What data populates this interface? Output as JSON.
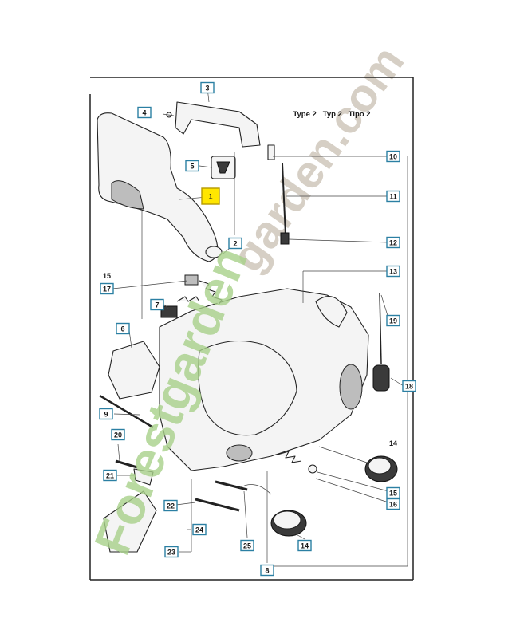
{
  "heading": "Type 2   Typ 2   Tipo 2",
  "watermark": {
    "side_text": "Forestgarden",
    "diag_text": "garden.com",
    "colors": {
      "green": "#a8d18a",
      "orange": "#f3b86a",
      "grey": "#cfc7bb"
    }
  },
  "callouts": [
    {
      "id": "c1",
      "label": "1",
      "highlight": true
    },
    {
      "id": "c2",
      "label": "2"
    },
    {
      "id": "c3",
      "label": "3"
    },
    {
      "id": "c4",
      "label": "4"
    },
    {
      "id": "c5",
      "label": "5"
    },
    {
      "id": "c6",
      "label": "6"
    },
    {
      "id": "c7",
      "label": "7"
    },
    {
      "id": "c8",
      "label": "8"
    },
    {
      "id": "c9",
      "label": "9"
    },
    {
      "id": "c10",
      "label": "10"
    },
    {
      "id": "c11",
      "label": "11"
    },
    {
      "id": "c12",
      "label": "12"
    },
    {
      "id": "c13",
      "label": "13"
    },
    {
      "id": "c14",
      "label": "14"
    },
    {
      "id": "c15",
      "label": "15"
    },
    {
      "id": "c16",
      "label": "16"
    },
    {
      "id": "c17",
      "label": "17"
    },
    {
      "id": "c18",
      "label": "18"
    },
    {
      "id": "c19",
      "label": "19"
    },
    {
      "id": "c20",
      "label": "20"
    },
    {
      "id": "c21",
      "label": "21"
    },
    {
      "id": "c22",
      "label": "22"
    },
    {
      "id": "c23",
      "label": "23"
    },
    {
      "id": "c24",
      "label": "24"
    },
    {
      "id": "c25",
      "label": "25"
    }
  ],
  "plain_labels": [
    {
      "id": "p15",
      "label": "15"
    },
    {
      "id": "p14",
      "label": "14"
    }
  ]
}
